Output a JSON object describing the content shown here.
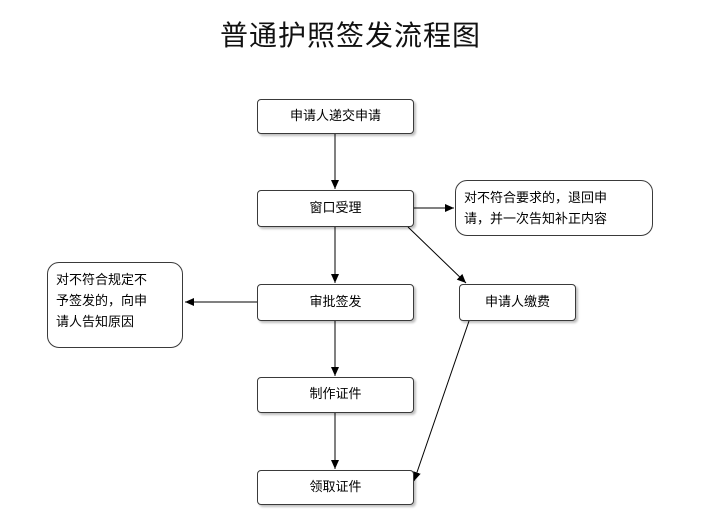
{
  "title": "普通护照签发流程图",
  "nodes": {
    "submit": "申请人递交申请",
    "accept": "窗口受理",
    "approve": "审批签发",
    "produce": "制作证件",
    "collect": "领取证件",
    "pay": "申请人缴费"
  },
  "notes": {
    "reject_accept": [
      "对不符合要求的，退回申",
      "请，并一次告知补正内容"
    ],
    "reject_approve": [
      "对不符合规定不",
      "予签发的，向申",
      "请人告知原因"
    ]
  },
  "colors": {
    "line": "#000000",
    "border": "#3a3a3a",
    "text": "#000000"
  }
}
